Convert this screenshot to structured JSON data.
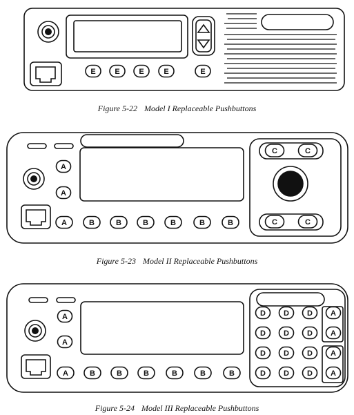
{
  "figures": [
    {
      "number": "Figure 5-22",
      "title": "Model I Replaceable Pushbuttons",
      "buttons": {
        "bottom_row": [
          "E",
          "E",
          "E",
          "E",
          "E"
        ]
      }
    },
    {
      "number": "Figure 5-23",
      "title": "Model II Replaceable Pushbuttons",
      "buttons": {
        "left_column": [
          "A",
          "A"
        ],
        "bottom_row": [
          "A",
          "B",
          "B",
          "B",
          "B",
          "B",
          "B"
        ],
        "right_panel_top": [
          "C",
          "C"
        ],
        "right_panel_bottom": [
          "C",
          "C"
        ]
      }
    },
    {
      "number": "Figure 5-24",
      "title": "Model III Replaceable Pushbuttons",
      "buttons": {
        "left_column": [
          "A",
          "A"
        ],
        "bottom_row": [
          "A",
          "B",
          "B",
          "B",
          "B",
          "B",
          "B"
        ],
        "keypad_rows": [
          [
            "D",
            "D",
            "D",
            "A"
          ],
          [
            "D",
            "D",
            "D",
            "A"
          ],
          [
            "D",
            "D",
            "D",
            "A"
          ],
          [
            "D",
            "D",
            "D",
            "A"
          ]
        ]
      }
    }
  ]
}
